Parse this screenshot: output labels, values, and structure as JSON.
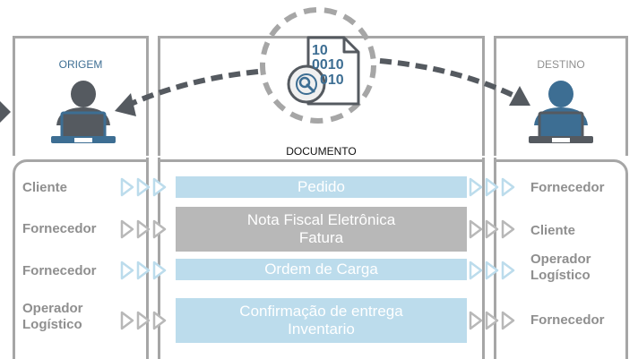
{
  "labels": {
    "origem": "ORIGEM",
    "destino": "DESTINO",
    "documento": "DOCUMENTO"
  },
  "document_icon": {
    "line1": "10",
    "line2": "0010",
    "line3": "010"
  },
  "colors": {
    "accent_blue": "#3d6e93",
    "light_blue": "#bcdcec",
    "gray_bar": "#b8b8b8",
    "gray_text": "#8f8f8f",
    "frame_gray": "#a6a6a6",
    "person_dark": "#555a60"
  },
  "rows": [
    {
      "origin": [
        "Cliente"
      ],
      "document": [
        "Pedido"
      ],
      "destination": [
        "Fornecedor"
      ],
      "highlight": true
    },
    {
      "origin": [
        "Fornecedor"
      ],
      "document": [
        "Nota Fiscal Eletrônica",
        "Fatura"
      ],
      "destination": [
        "Cliente"
      ],
      "highlight": false
    },
    {
      "origin": [
        "Fornecedor"
      ],
      "document": [
        "Ordem de Carga"
      ],
      "destination": [
        "Operador",
        "Logístico"
      ],
      "highlight": true
    },
    {
      "origin": [
        "Operador",
        "Logístico"
      ],
      "document": [
        "Confirmação de entrega",
        "Inventario"
      ],
      "destination": [
        "Fornecedor"
      ],
      "highlight": false
    }
  ]
}
